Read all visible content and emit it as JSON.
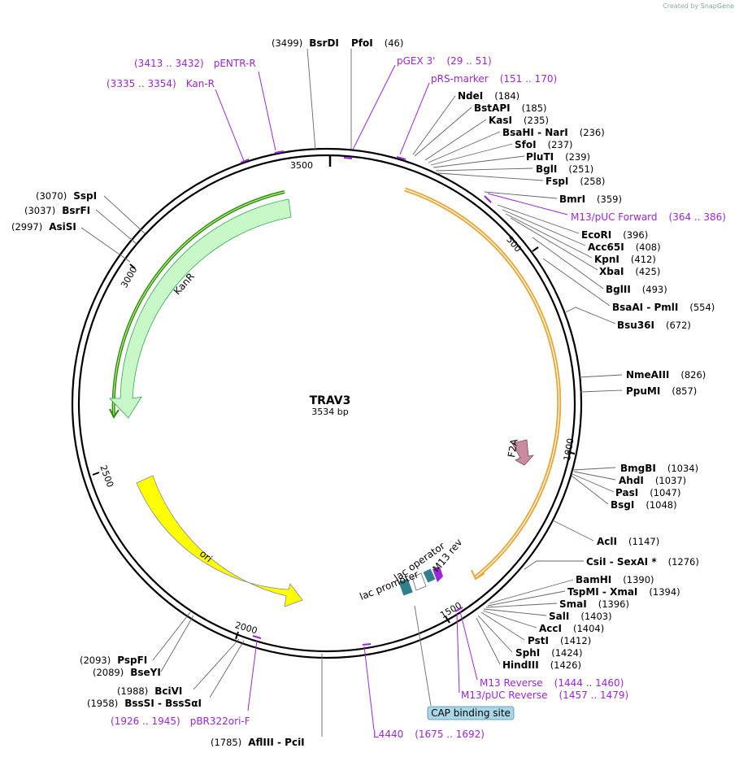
{
  "credit": {
    "prefix": "Created by",
    "brand": "SnapGene"
  },
  "plasmid": {
    "name": "TRAV3",
    "size": "3534 bp",
    "length": 3534
  },
  "colors": {
    "backbone": "#000000",
    "primer": "#9c27d8",
    "KanR": "#c8f7c8",
    "KanR_arc": "#2e8b0a",
    "ori": "#ffff00",
    "cds_arc": "#e8a838",
    "F2A": "#c98ba0",
    "lac": "#2f7f8c",
    "cap": "#a8d8e8"
  },
  "ticks": [
    "500",
    "1000",
    "1500",
    "2000",
    "2500",
    "3000",
    "3500"
  ],
  "features": [
    {
      "name": "KanR",
      "type": "cds-arrow"
    },
    {
      "name": "ori",
      "type": "cds-arrow"
    },
    {
      "name": "F2A",
      "type": "small-arrow"
    },
    {
      "name": "lac promoter",
      "type": "promoter"
    },
    {
      "name": "lac operator",
      "type": "operator"
    },
    {
      "name": "M13 rev",
      "type": "primer-bind"
    },
    {
      "name": "CAP binding site",
      "type": "protein-bind"
    }
  ],
  "sites": [
    {
      "pos": "(3499)",
      "name": "BsrDI"
    },
    {
      "name": "PfoI",
      "pos": "(46)"
    },
    {
      "name": "NdeI",
      "pos": "(184)"
    },
    {
      "name": "BstAPI",
      "pos": "(185)"
    },
    {
      "name": "KasI",
      "pos": "(235)"
    },
    {
      "name": "BsaHI - NarI",
      "pos": "(236)"
    },
    {
      "name": "SfoI",
      "pos": "(237)"
    },
    {
      "name": "PluTI",
      "pos": "(239)"
    },
    {
      "name": "BglI",
      "pos": "(251)"
    },
    {
      "name": "FspI",
      "pos": "(258)"
    },
    {
      "name": "BmrI",
      "pos": "(359)"
    },
    {
      "name": "EcoRI",
      "pos": "(396)"
    },
    {
      "name": "Acc65I",
      "pos": "(408)"
    },
    {
      "name": "KpnI",
      "pos": "(412)"
    },
    {
      "name": "XbaI",
      "pos": "(425)"
    },
    {
      "name": "BglII",
      "pos": "(493)"
    },
    {
      "name": "BsaAI - PmlI",
      "pos": "(554)"
    },
    {
      "name": "Bsu36I",
      "pos": "(672)"
    },
    {
      "name": "NmeAIII",
      "pos": "(826)"
    },
    {
      "name": "PpuMI",
      "pos": "(857)"
    },
    {
      "name": "BmgBI",
      "pos": "(1034)"
    },
    {
      "name": "AhdI",
      "pos": "(1037)"
    },
    {
      "name": "PasI",
      "pos": "(1047)"
    },
    {
      "name": "BsgI",
      "pos": "(1048)"
    },
    {
      "name": "AclI",
      "pos": "(1147)"
    },
    {
      "name": "CsiI - SexAI *",
      "pos": "(1276)"
    },
    {
      "name": "BamHI",
      "pos": "(1390)"
    },
    {
      "name": "TspMI - XmaI",
      "pos": "(1394)"
    },
    {
      "name": "SmaI",
      "pos": "(1396)"
    },
    {
      "name": "SalI",
      "pos": "(1403)"
    },
    {
      "name": "AccI",
      "pos": "(1404)"
    },
    {
      "name": "PstI",
      "pos": "(1412)"
    },
    {
      "name": "SphI",
      "pos": "(1424)"
    },
    {
      "name": "HindIII",
      "pos": "(1426)"
    },
    {
      "pos": "(1785)",
      "name": "AflIII - PciI"
    },
    {
      "pos": "(1958)",
      "name": "BssSI - BssSαI"
    },
    {
      "pos": "(1988)",
      "name": "BciVI"
    },
    {
      "pos": "(2089)",
      "name": "BseYI"
    },
    {
      "pos": "(2093)",
      "name": "PspFI"
    },
    {
      "pos": "(2997)",
      "name": "AsiSI"
    },
    {
      "pos": "(3037)",
      "name": "BsrFI"
    },
    {
      "pos": "(3070)",
      "name": "SspI"
    }
  ],
  "primers": [
    {
      "name": "pGEX 3'",
      "range": "(29 .. 51)"
    },
    {
      "name": "pRS-marker",
      "range": "(151 .. 170)"
    },
    {
      "name": "M13/pUC Forward",
      "range": "(364 .. 386)"
    },
    {
      "name": "M13 Reverse",
      "range": "(1444 .. 1460)"
    },
    {
      "name": "M13/pUC Reverse",
      "range": "(1457 .. 1479)"
    },
    {
      "name": "L4440",
      "range": "(1675 .. 1692)"
    },
    {
      "name": "pBR322ori-F",
      "range": "(1926 .. 1945)"
    },
    {
      "range": "(3413 .. 3432)",
      "name": "pENTR-R"
    },
    {
      "range": "(3335 .. 3354)",
      "name": "Kan-R"
    }
  ]
}
